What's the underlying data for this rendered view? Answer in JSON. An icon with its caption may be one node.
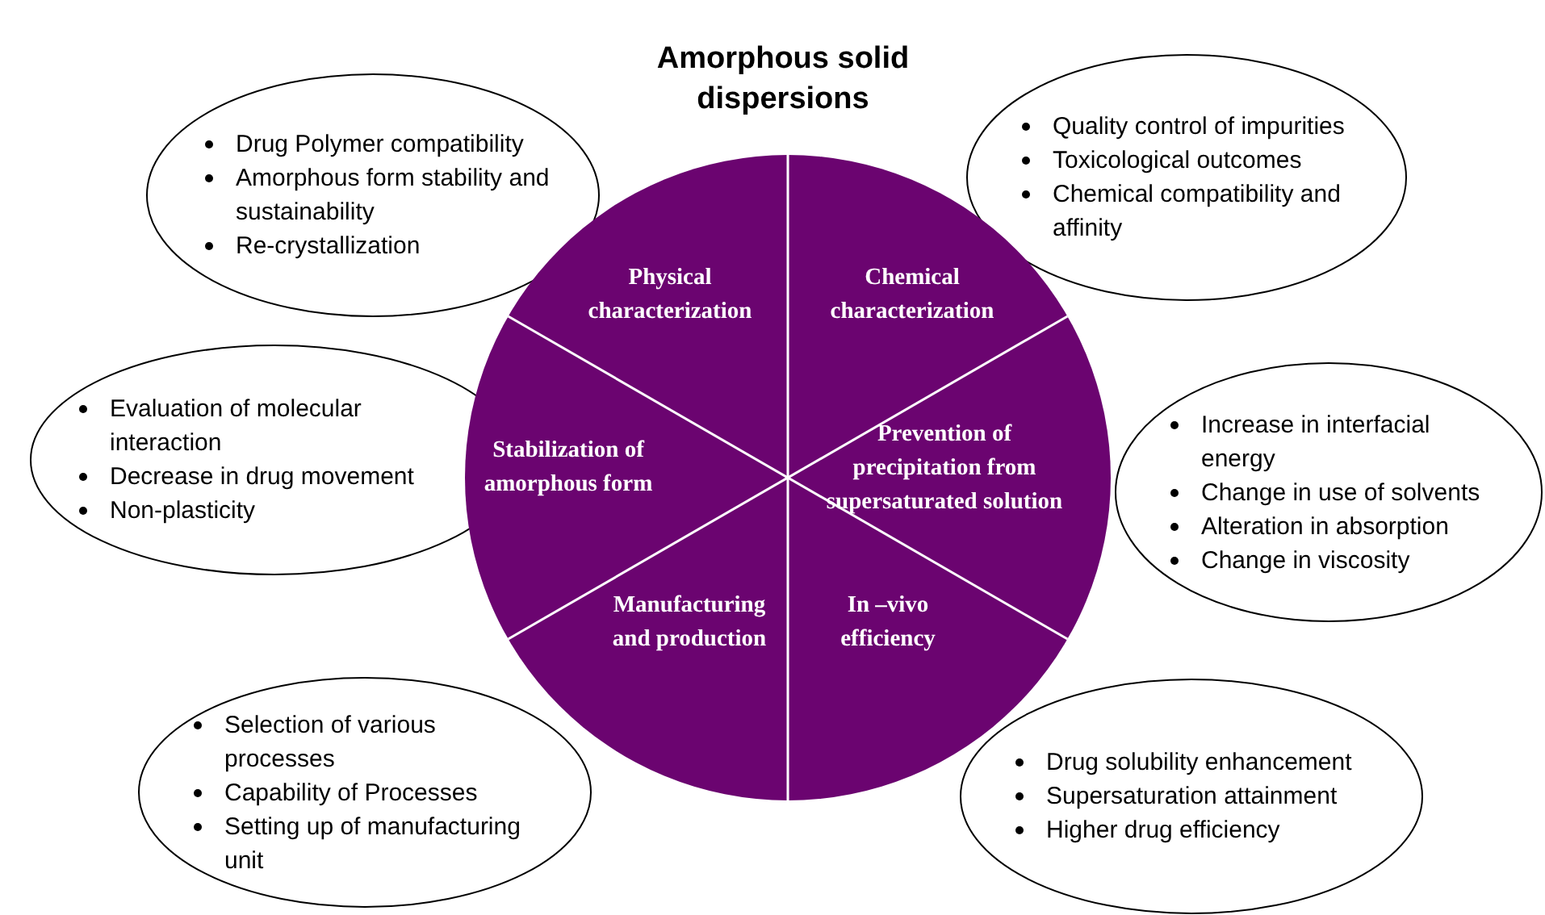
{
  "diagram": {
    "title": "Amorphous solid dispersions",
    "nodes": [
      {
        "text": [],
        "shape": "circle"
      },
      {
        "text": [
          "Physical characterization"
        ],
        "in": 0
      },
      {
        "text": [
          "Chemical characterization"
        ],
        "in": 0
      },
      {
        "text": [
          "Stabilization of amorphous form"
        ],
        "in": 0
      },
      {
        "text": [
          "Prevention of precipitation from supersaturated solution"
        ],
        "in": 0
      },
      {
        "text": [
          "Manufacturing and production"
        ],
        "in": 0
      },
      {
        "text": [
          "In –vivo efficiency"
        ],
        "in": 0
      },
      {
        "text": [
          "Drug Polymer compatibility",
          "Amorphous form stability and sustainability",
          "Re-crystallization"
        ]
      },
      {
        "text": [
          "Quality control of impurities",
          "Toxicological outcomes",
          "Chemical compatibility and affinity"
        ]
      },
      {
        "text": [
          "Evaluation of molecular interaction",
          "Decrease in drug movement",
          "Non-plasticity"
        ]
      },
      {
        "text": [
          "Increase in interfacial energy",
          "Change in use of solvents",
          "Alteration in absorption",
          "Change in viscosity"
        ]
      },
      {
        "text": [
          "Selection of various processes",
          "Capability of Processes",
          "Setting up of manufacturing unit"
        ]
      },
      {
        "text": [
          "Drug solubility enhancement",
          "Supersaturation attainment",
          "Higher drug efficiency"
        ]
      }
    ]
  }
}
